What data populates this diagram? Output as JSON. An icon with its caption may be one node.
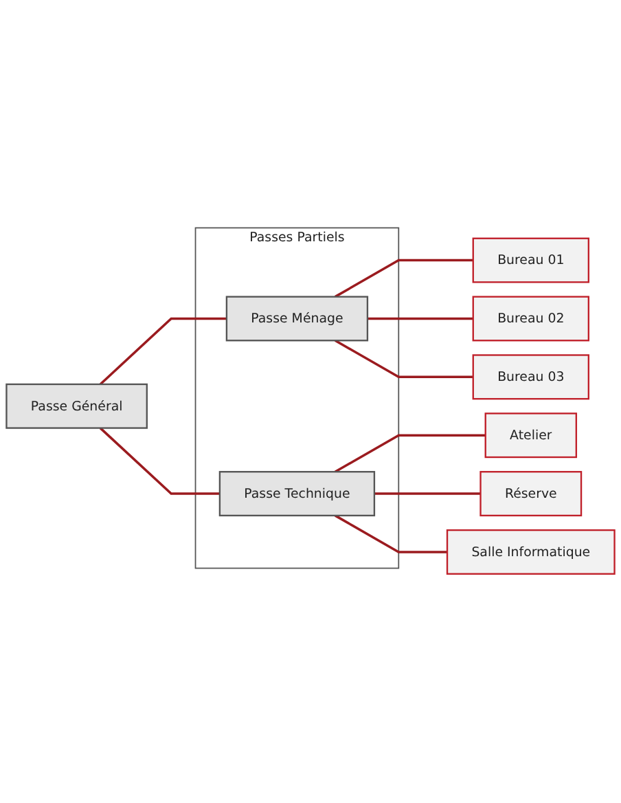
{
  "diagram": {
    "nodes": [
      {
        "text": [
          "Passe Général"
        ]
      },
      {
        "text": [
          "Passes Partiels"
        ]
      },
      {
        "text": [
          "Passe Ménage"
        ],
        "in": 1
      },
      {
        "text": [
          "Passe Technique"
        ],
        "in": 1
      },
      {
        "text": [
          "Bureau 01"
        ]
      },
      {
        "text": [
          "Bureau 02"
        ]
      },
      {
        "text": [
          "Bureau 03"
        ]
      },
      {
        "text": [
          "Atelier"
        ]
      },
      {
        "text": [
          "Réserve"
        ]
      },
      {
        "text": [
          "Salle Informatique"
        ]
      }
    ],
    "edges": [
      {
        "from": 0,
        "to": 2,
        "arrow": "none"
      },
      {
        "from": 0,
        "to": 3,
        "arrow": "none"
      },
      {
        "from": 2,
        "to": 4,
        "arrow": "none"
      },
      {
        "from": 2,
        "to": 5,
        "arrow": "none"
      },
      {
        "from": 2,
        "to": 6,
        "arrow": "none"
      },
      {
        "from": 3,
        "to": 7,
        "arrow": "none"
      },
      {
        "from": 3,
        "to": 8,
        "arrow": "none"
      },
      {
        "from": 3,
        "to": 9,
        "arrow": "none"
      }
    ]
  }
}
